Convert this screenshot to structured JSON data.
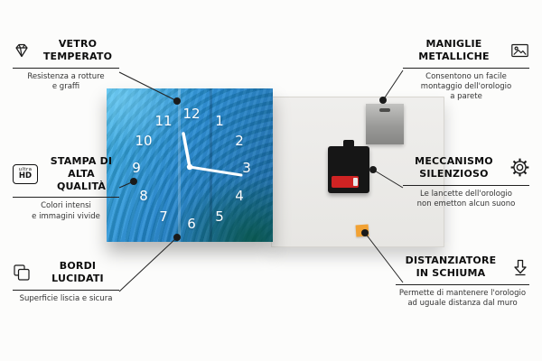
{
  "clock": {
    "numbers": [
      "12",
      "1",
      "2",
      "3",
      "4",
      "5",
      "6",
      "7",
      "8",
      "9",
      "10",
      "11"
    ]
  },
  "badge": {
    "ultra": "ultra",
    "hd": "HD"
  },
  "callouts": [
    {
      "icon": "diamond",
      "title": "VETRO\nTEMPERATO",
      "desc": "Resistenza a rotture\ne graffi"
    },
    {
      "icon": "ultra-hd-badge",
      "title": "STAMPA DI\nALTA QUALITÀ",
      "desc": "Colori intensi\ne immagini vivide"
    },
    {
      "icon": "polished-edges",
      "title": "BORDI\nLUCIDATI",
      "desc": "Superficie liscia e sicura"
    },
    {
      "icon": "picture-frame",
      "title": "MANIGLIE\nMETALLICHE",
      "desc": "Consentono un facile\nmontaggio dell'orologio\na parete"
    },
    {
      "icon": "gear",
      "title": "MECCANISMO\nSILENZIOSO",
      "desc": "Le lancette dell'orologio\nnon emetton alcun suono"
    },
    {
      "icon": "foam-arrow",
      "title": "DISTANZIATORE\nIN SCHIUMA",
      "desc": "Permette di mantenere l'orologio\nad uguale distanza dal muro"
    }
  ],
  "colors": {
    "clock_blue": "#2489d1",
    "foam_orange": "#f2a233",
    "line": "#222222",
    "battery_red": "#cf2323"
  }
}
